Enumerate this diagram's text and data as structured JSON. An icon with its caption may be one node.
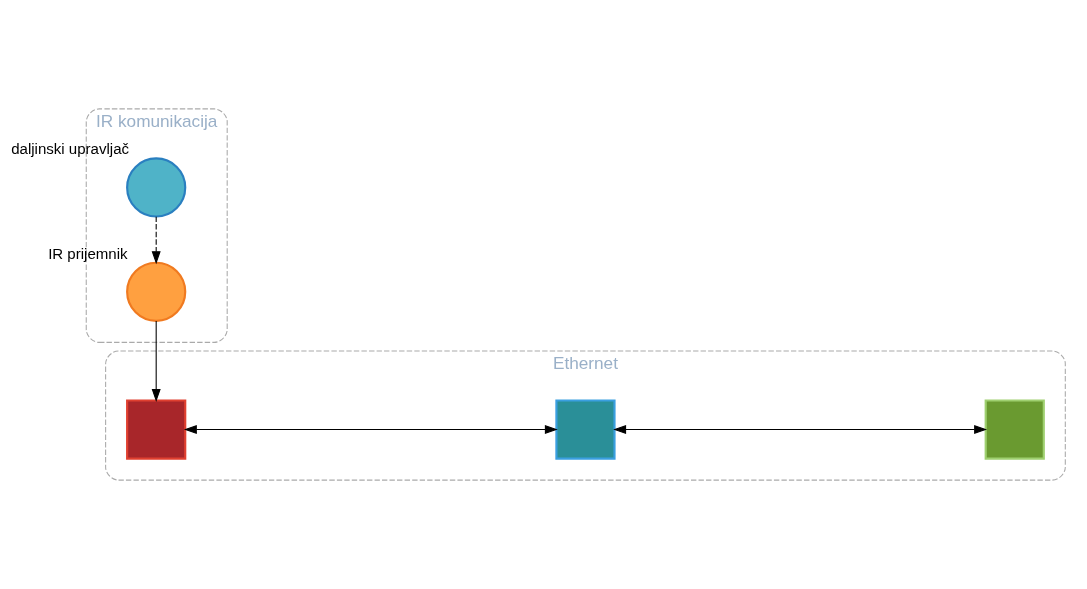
{
  "diagram": {
    "nodes": [
      {
        "text": [
          "IR komunikacija"
        ]
      },
      {
        "text": [],
        "shape": "circle",
        "in": 0,
        "beside": [
          "daljinski upravljač"
        ]
      },
      {
        "text": [],
        "shape": "circle",
        "in": 0,
        "beside": [
          "IR prijemnik"
        ]
      },
      {
        "text": [
          "Ethernet"
        ]
      },
      {
        "text": [],
        "shape": "box",
        "in": 3
      },
      {
        "text": [],
        "shape": "box",
        "in": 3
      },
      {
        "text": [],
        "shape": "box",
        "in": 3
      }
    ],
    "edges": [
      {
        "from": 1,
        "to": 2,
        "arrow": "to",
        "style": "dashed"
      },
      {
        "from": 2,
        "to": 4,
        "arrow": "to"
      },
      {
        "from": 4,
        "to": 5,
        "arrow": "both"
      },
      {
        "from": 5,
        "to": 6,
        "arrow": "both"
      }
    ]
  }
}
